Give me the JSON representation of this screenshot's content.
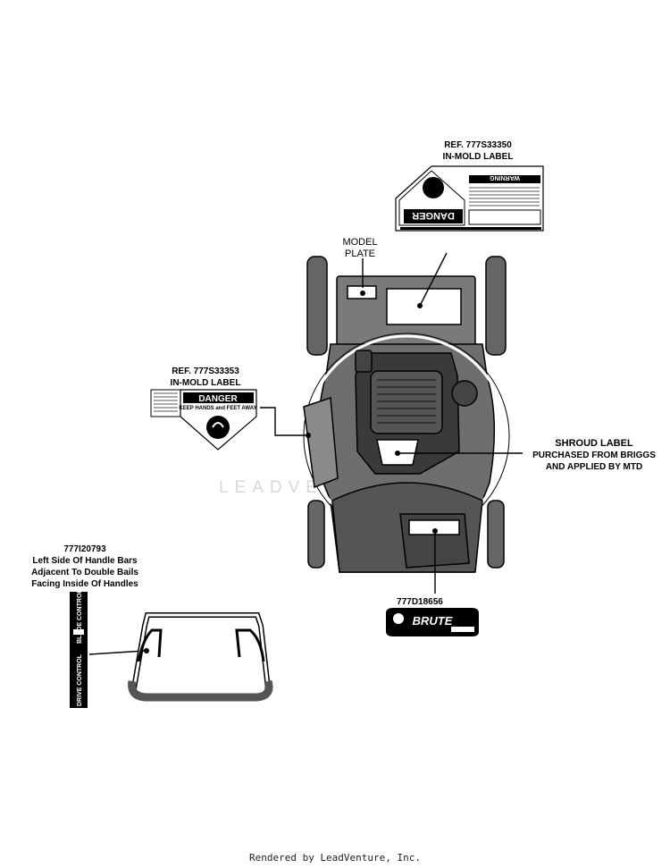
{
  "labels": {
    "ref_350": {
      "line1": "REF. 777S33350",
      "line2": "IN-MOLD LABEL"
    },
    "model_plate": {
      "line1": "MODEL",
      "line2": "PLATE"
    },
    "ref_353": {
      "line1": "REF. 777S33353",
      "line2": "IN-MOLD LABEL"
    },
    "shroud": {
      "line1": "SHROUD LABEL",
      "line2": "PURCHASED FROM BRIGGS",
      "line3": "AND APPLIED BY MTD"
    },
    "handle": {
      "line1": "777I20793",
      "line2": "Left Side Of Handle Bars",
      "line3": "Adjacent To Double Bails",
      "line4": "Facing Inside Of Handles"
    },
    "brute_part": "777D18656"
  },
  "decals": {
    "danger_title": "DANGER",
    "danger_sub": "KEEP HANDS and FEET AWAY",
    "warning_title": "WARNING",
    "brute_text": "BRUTE",
    "drive_control": "DRIVE CONTROL",
    "blade_control": "BLADE CONTROL"
  },
  "watermark": "LEADVENTURE",
  "footer": "Rendered by LeadVenture, Inc."
}
